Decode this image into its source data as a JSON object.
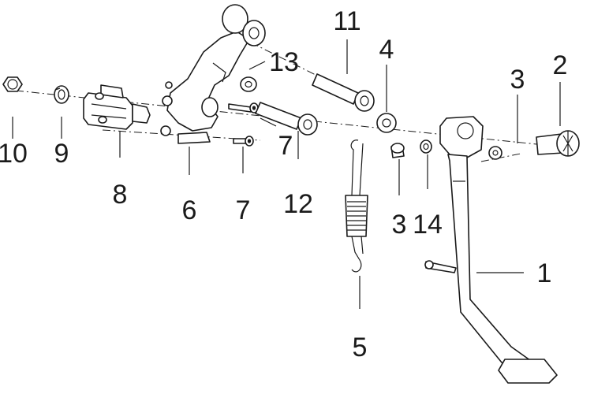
{
  "callouts": {
    "c1": "1",
    "c2": "2",
    "c3a": "3",
    "c3b": "3",
    "c4": "4",
    "c5": "5",
    "c6": "6",
    "c7a": "7",
    "c7b": "7",
    "c8": "8",
    "c9": "9",
    "c10": "10",
    "c11": "11",
    "c12": "12",
    "c13": "13",
    "c14": "14"
  }
}
